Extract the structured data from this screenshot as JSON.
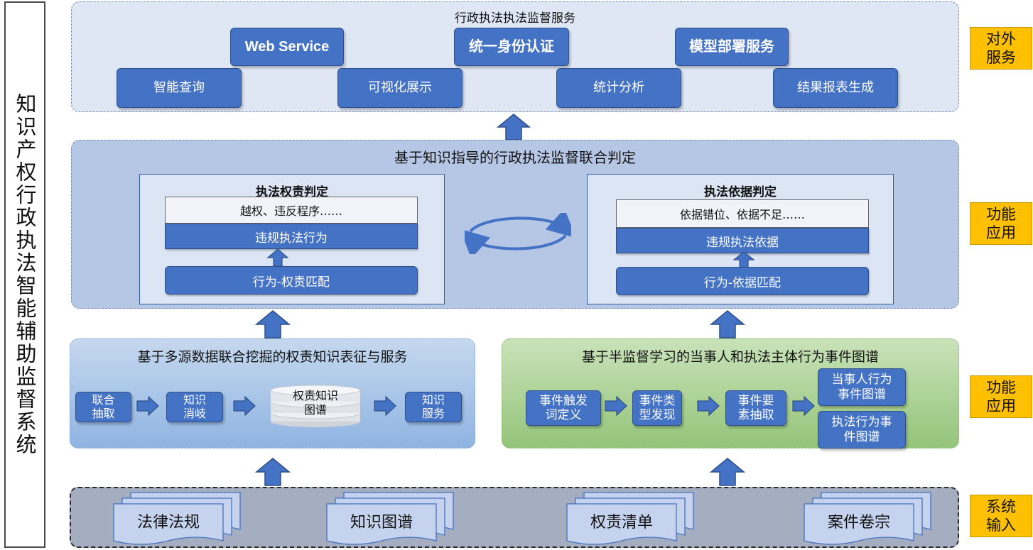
{
  "system_title": "知识产权行政执法智能辅助监督系统",
  "layers": {
    "external": "对外\n服务",
    "function_top": "功能\n应用",
    "function_bottom": "功能\n应用",
    "input": "系统\n输入"
  },
  "top_panel": {
    "title": "行政执法执法监督服务",
    "row1": [
      "Web Service",
      "统一身份认证",
      "模型部署服务"
    ],
    "row2": [
      "智能查询",
      "可视化展示",
      "统计分析",
      "结果报表生成"
    ]
  },
  "mid_panel": {
    "title": "基于知识指导的行政执法监督联合判定",
    "left": {
      "title": "执法权责判定",
      "light": "越权、违反程序……",
      "dark": "违规执法行为",
      "bottom": "行为-权责匹配"
    },
    "right": {
      "title": "执法依据判定",
      "light": "依据错位、依据不足……",
      "dark": "违规执法依据",
      "bottom": "行为-依据匹配"
    }
  },
  "left_panel": {
    "title": "基于多源数据联合挖掘的权责知识表征与服务",
    "steps": [
      "联合\n抽取",
      "知识\n消岐",
      "权责知识\n图谱",
      "知识\n服务"
    ]
  },
  "right_panel": {
    "title": "基于半监督学习的当事人和执法主体行为事件图谱",
    "steps": [
      "事件触发\n词定义",
      "事件类\n型发现",
      "事件要\n素抽取"
    ],
    "outputs": [
      "当事人行为\n事件图谱",
      "执法行为事\n件图谱"
    ]
  },
  "inputs": [
    "法律法规",
    "知识图谱",
    "权责清单",
    "案件卷宗"
  ],
  "colors": {
    "button_blue": "#4472c4",
    "label_orange": "#ffc000",
    "green_panel": "#94c47a"
  }
}
